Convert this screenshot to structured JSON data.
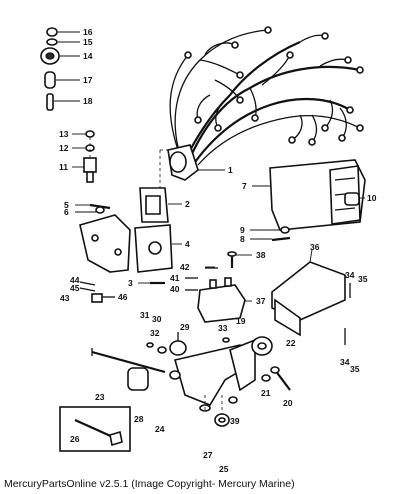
{
  "caption": "MercuryPartsOnline v2.5.1 (Image Copyright- Mercury Marine)",
  "callouts": {
    "c1": "1",
    "c2": "2",
    "c3": "3",
    "c4": "4",
    "c5": "5",
    "c6": "6",
    "c7": "7",
    "c8": "8",
    "c9": "9",
    "c10": "10",
    "c11": "11",
    "c12": "12",
    "c13": "13",
    "c14": "14",
    "c15": "15",
    "c16": "16",
    "c17": "17",
    "c18": "18",
    "c19": "19",
    "c20": "20",
    "c21": "21",
    "c22": "22",
    "c23": "23",
    "c24": "24",
    "c25": "25",
    "c26": "26",
    "c27": "27",
    "c28": "28",
    "c29": "29",
    "c30": "30",
    "c31": "31",
    "c32": "32",
    "c33": "33",
    "c34a": "34",
    "c34b": "34",
    "c35a": "35",
    "c35b": "35",
    "c36": "36",
    "c37": "37",
    "c38": "38",
    "c39": "39",
    "c40": "40",
    "c41": "41",
    "c42": "42",
    "c43": "43",
    "c44": "44",
    "c45": "45",
    "c46": "46"
  }
}
